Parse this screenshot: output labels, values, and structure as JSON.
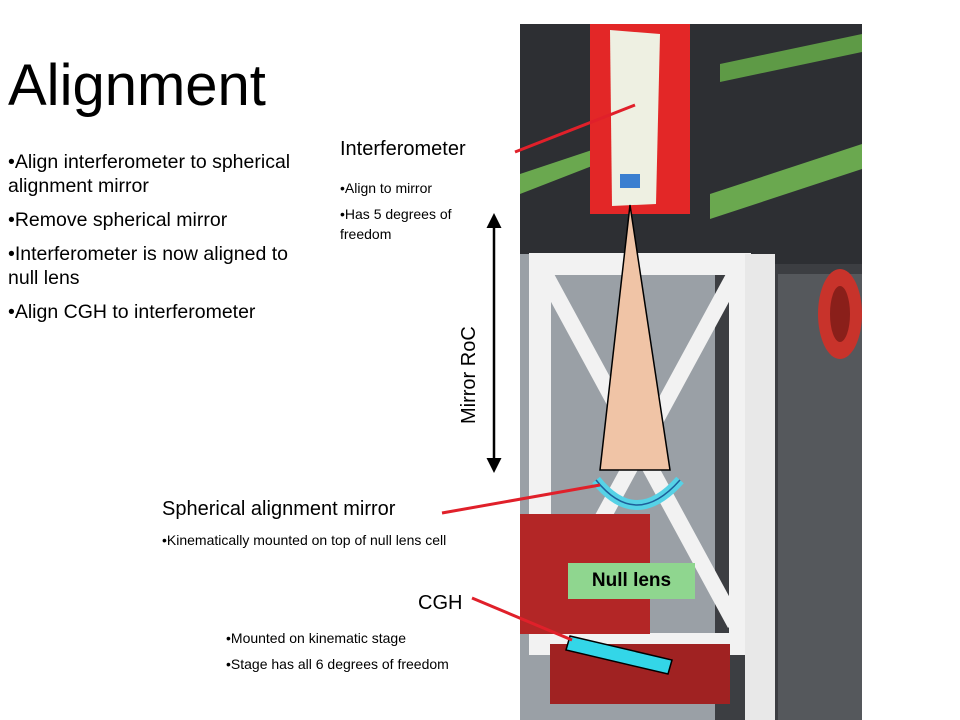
{
  "title": "Alignment",
  "steps": [
    "•Align interferometer to spherical alignment mirror",
    "•Remove spherical mirror",
    "•Interferometer is now aligned to null lens",
    "•Align CGH to interferometer"
  ],
  "interferometer": {
    "label": "Interferometer",
    "notes": [
      "•Align to mirror",
      "•Has 5 degrees of freedom"
    ]
  },
  "roc_label": "Mirror RoC",
  "spherical_mirror": {
    "label": "Spherical alignment mirror",
    "notes": [
      "•Kinematically mounted on top of null lens cell"
    ]
  },
  "null_lens_label": "Null lens",
  "cgh": {
    "label": "CGH",
    "notes": [
      "•Mounted on kinematic stage",
      "•Stage has all 6 degrees of freedom"
    ]
  },
  "colors": {
    "arrow": "#e0202a",
    "cone": "#f0c4a6",
    "cgh": "#33d6e8",
    "null_lens": "#8fd68f",
    "mirror": "#56d2e6"
  }
}
